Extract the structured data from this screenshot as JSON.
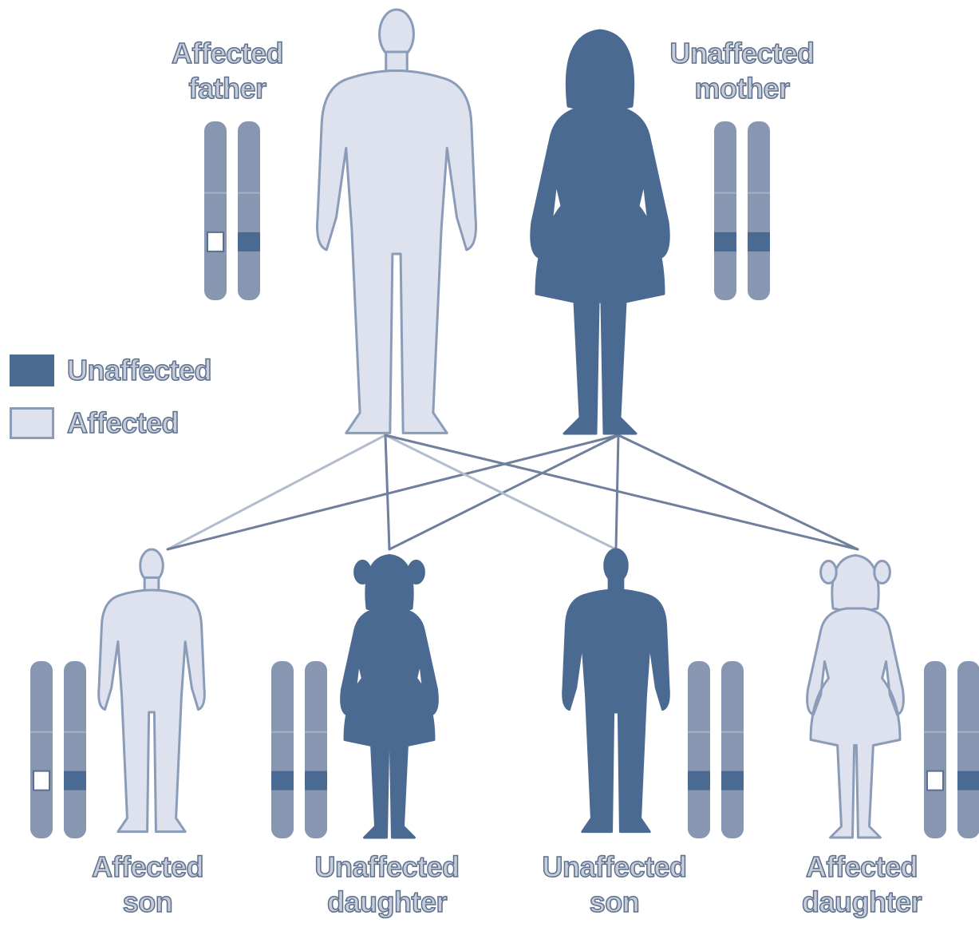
{
  "colors": {
    "unaffected": "#4a6a91",
    "affected": "#dde2ee",
    "affected_outline": "#8b9cb8",
    "chromosome": "#8796b1",
    "line_dark": "#6f7f9c",
    "line_light": "#b3bccd"
  },
  "legend": {
    "unaffected_label": "Unaffected",
    "affected_label": "Affected"
  },
  "parents": {
    "father": {
      "label_line1": "Affected",
      "label_line2": "father",
      "status": "affected",
      "alleles": [
        "affected",
        "unaffected"
      ]
    },
    "mother": {
      "label_line1": "Unaffected",
      "label_line2": "mother",
      "status": "unaffected",
      "alleles": [
        "unaffected",
        "unaffected"
      ]
    }
  },
  "children": [
    {
      "label_line1": "Affected",
      "label_line2": "son",
      "status": "affected",
      "sex": "male",
      "alleles": [
        "affected",
        "unaffected"
      ]
    },
    {
      "label_line1": "Unaffected",
      "label_line2": "daughter",
      "status": "unaffected",
      "sex": "female",
      "alleles": [
        "unaffected",
        "unaffected"
      ]
    },
    {
      "label_line1": "Unaffected",
      "label_line2": "son",
      "status": "unaffected",
      "sex": "male",
      "alleles": [
        "unaffected",
        "unaffected"
      ]
    },
    {
      "label_line1": "Affected",
      "label_line2": "daughter",
      "status": "affected",
      "sex": "female",
      "alleles": [
        "affected",
        "unaffected"
      ]
    }
  ]
}
